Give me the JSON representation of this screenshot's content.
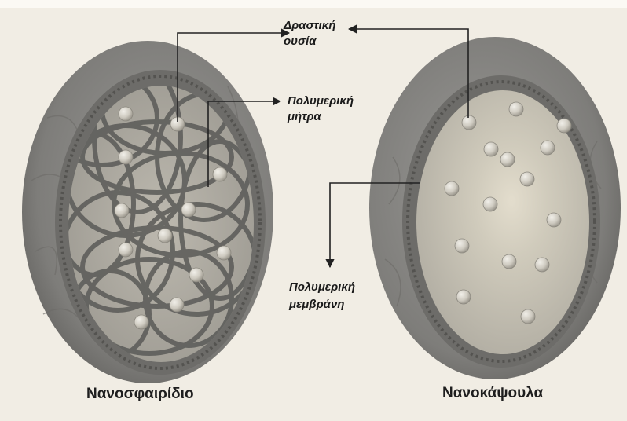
{
  "labels": {
    "active_substance": [
      "Δραστική",
      "ουσία"
    ],
    "polymer_matrix": [
      "Πολυμερική",
      "μήτρα"
    ],
    "polymer_membrane": [
      "Πολυμερική",
      "μεμβράνη"
    ]
  },
  "captions": {
    "nanosphere": "Νανοσφαιρίδιο",
    "nanocapsule": "Νανοκάψουλα"
  },
  "colors": {
    "background": "#f1ede4",
    "outer_shell": "#7d7d7a",
    "nanosphere_core": "#a9a69d",
    "nanocapsule_core": "#c3bfb2",
    "fiber": "#5a5a57",
    "particle": "#d4d0c6",
    "arrow": "#222222"
  },
  "icons": {
    "particle": "sphere-particle",
    "fiber": "polymer-chain"
  }
}
